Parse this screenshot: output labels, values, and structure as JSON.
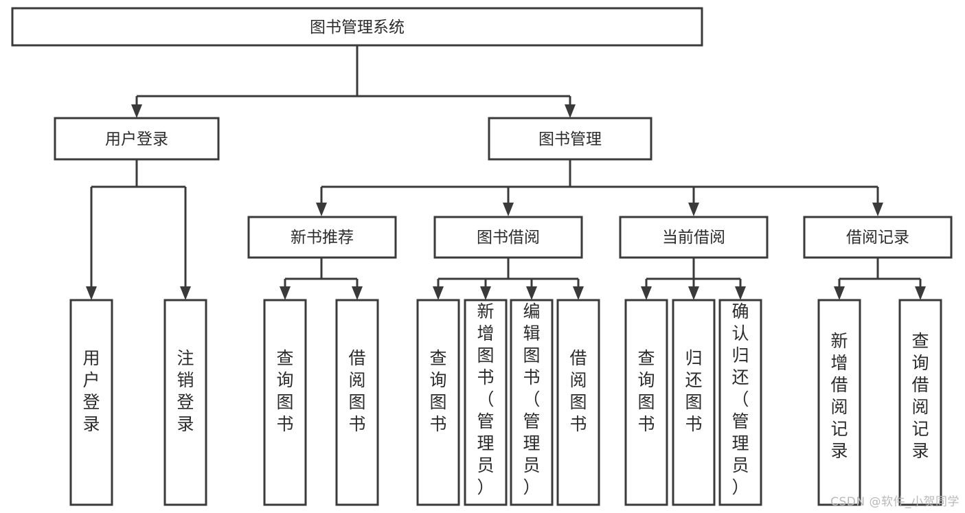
{
  "diagram": {
    "title": "图书管理系统",
    "type": "tree-hierarchy",
    "watermark": "CSDN @软件_小贺同学",
    "colors": {
      "stroke": "#3a3a3a",
      "fill": "#ffffff",
      "text": "#2b2b2b",
      "watermark": "#b9b9b9",
      "background": "#ffffff"
    },
    "root": {
      "label": "图书管理系统"
    },
    "level2": [
      {
        "label": "用户登录"
      },
      {
        "label": "图书管理"
      }
    ],
    "level3": [
      {
        "label": "新书推荐"
      },
      {
        "label": "图书借阅"
      },
      {
        "label": "当前借阅"
      },
      {
        "label": "借阅记录"
      }
    ],
    "leaves": {
      "user_login": [
        {
          "label": "用户登录"
        },
        {
          "label": "注销登录"
        }
      ],
      "new_book_recommend": [
        {
          "label": "查询图书"
        },
        {
          "label": "借阅图书"
        }
      ],
      "book_borrow": [
        {
          "label": "查询图书"
        },
        {
          "label": "新增图书（管理员）"
        },
        {
          "label": "编辑图书（管理员）"
        },
        {
          "label": "借阅图书"
        }
      ],
      "current_borrow": [
        {
          "label": "查询图书"
        },
        {
          "label": "归还图书"
        },
        {
          "label": "确认归还（管理员）"
        }
      ],
      "borrow_record": [
        {
          "label": "新增借阅记录"
        },
        {
          "label": "查询借阅记录"
        }
      ]
    }
  }
}
